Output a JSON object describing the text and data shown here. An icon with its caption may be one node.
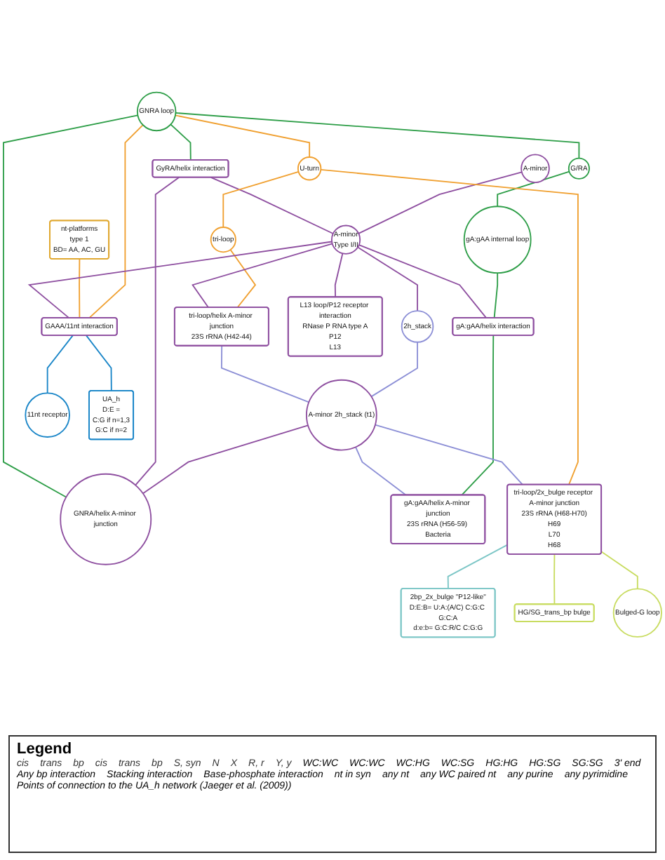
{
  "diagram": {
    "nodes": [
      {
        "text": [
          "A-minor"
        ]
      },
      {
        "text": [
          "A-minor",
          "Type I/II"
        ]
      },
      {
        "text": [
          "2h_stack"
        ]
      },
      {
        "text": [
          "A-minor 2h_stack (t1)"
        ]
      },
      {
        "text": [
          "GNRA loop"
        ]
      },
      {
        "text": [
          "GyRA/helix interaction"
        ]
      },
      {
        "text": [
          "GNRA/helix A-minor junction"
        ]
      },
      {
        "text": [
          "G/RA"
        ]
      },
      {
        "text": [
          "nt-platforms",
          "type 1",
          "BD= AA, AC, GU"
        ]
      },
      {
        "text": [
          "GAAA/11nt interaction"
        ]
      },
      {
        "text": [
          "11nt receptor"
        ]
      },
      {
        "text": [
          "UA_h",
          "D:E =",
          "C:G if n=1,3",
          "G:C if n=2"
        ]
      },
      {
        "text": [
          "gA:gAA internal loop"
        ]
      },
      {
        "text": [
          "gA:gAA/helix A-minor junction",
          "23S rRNA (H56-59) Bacteria"
        ]
      },
      {
        "text": [
          "U-turn"
        ]
      },
      {
        "text": [
          "gA:gAA/helix interaction"
        ]
      },
      {
        "text": [
          "tri-loop"
        ]
      },
      {
        "text": [
          "tri-loop/helix A-minor junction",
          "23S rRNA (H42-44)"
        ]
      },
      {
        "text": [
          "L13 loop/P12 receptor interaction",
          "RNase P RNA type A",
          "P12",
          "L13"
        ]
      },
      {
        "text": [
          "tri-loop/2x_bulge receptor A-minor junction",
          "23S rRNA (H68-H70)",
          "H69",
          "L70",
          "H68"
        ]
      },
      {
        "text": [
          "2bp_2x_bulge \"P12-like\"",
          "D:E:B= U:A:(A/C) C:G:C G:C:A",
          "d:e:b= G:C:R/C C:G:G"
        ]
      },
      {
        "text": [
          "HG/SG_trans_bp bulge"
        ]
      },
      {
        "text": [
          "Bulged-G loop"
        ]
      }
    ],
    "edges": [
      {
        "from": 0,
        "to": 1,
        "arrow": "none"
      },
      {
        "from": 1,
        "to": 2,
        "arrow": "none"
      },
      {
        "from": 2,
        "to": 3,
        "arrow": "none",
        "color": "#8c8fd6"
      },
      {
        "from": 5,
        "to": 1,
        "arrow": "none"
      },
      {
        "from": 3,
        "to": 6,
        "arrow": "none"
      },
      {
        "from": 5,
        "to": 6,
        "arrow": "none"
      },
      {
        "from": 4,
        "to": 5,
        "arrow": "none",
        "color": "#2e9e48"
      },
      {
        "from": 4,
        "to": 6,
        "arrow": "none",
        "color": "#2e9e48"
      },
      {
        "from": 4,
        "to": 9,
        "arrow": "none",
        "color": "#f0a030"
      },
      {
        "from": 4,
        "to": 7,
        "arrow": "none",
        "color": "#2e9e48"
      },
      {
        "from": 7,
        "to": 12,
        "arrow": "none",
        "color": "#2e9e48"
      },
      {
        "from": 12,
        "to": 15,
        "arrow": "none",
        "color": "#2e9e48"
      },
      {
        "from": 15,
        "to": 13,
        "arrow": "none",
        "color": "#2e9e48"
      },
      {
        "from": 4,
        "to": 14,
        "arrow": "none",
        "color": "#f0a030"
      },
      {
        "from": 14,
        "to": 16,
        "arrow": "none",
        "color": "#f0a030"
      },
      {
        "from": 16,
        "to": 17,
        "arrow": "none",
        "color": "#f0a030"
      },
      {
        "from": 14,
        "to": 19,
        "arrow": "none",
        "color": "#f0a030"
      },
      {
        "from": 8,
        "to": 9,
        "arrow": "none",
        "color": "#f0a030"
      },
      {
        "from": 9,
        "to": 11,
        "arrow": "none",
        "color": "#1a86c8"
      },
      {
        "from": 9,
        "to": 10,
        "arrow": "none",
        "color": "#1a86c8"
      },
      {
        "from": 3,
        "to": 13,
        "arrow": "none",
        "color": "#8c8fd6"
      },
      {
        "from": 17,
        "to": 3,
        "arrow": "none",
        "color": "#8c8fd6"
      },
      {
        "from": 3,
        "to": 19,
        "arrow": "none",
        "color": "#8c8fd6"
      },
      {
        "from": 1,
        "to": 15,
        "arrow": "none"
      },
      {
        "from": 1,
        "to": 18,
        "arrow": "none"
      },
      {
        "from": 1,
        "to": 9,
        "arrow": "none"
      },
      {
        "from": 1,
        "to": 17,
        "arrow": "none"
      },
      {
        "from": 19,
        "to": 20,
        "arrow": "none",
        "color": "#7cc6c6"
      },
      {
        "from": 19,
        "to": 21,
        "arrow": "none",
        "color": "#c8dc60"
      },
      {
        "from": 19,
        "to": 22,
        "arrow": "none",
        "color": "#c8dc60"
      }
    ],
    "labels": [
      "Legend",
      "cis",
      "trans",
      "bp",
      "cis",
      "trans",
      "bp",
      "S, syn",
      "N",
      "X",
      "R, r",
      "Y, y"
    ],
    "legend": [
      {
        "text": "WC:WC"
      },
      {
        "text": "WC:WC"
      },
      {
        "text": "WC:HG"
      },
      {
        "text": "WC:SG"
      },
      {
        "text": "HG:HG"
      },
      {
        "text": "HG:SG"
      },
      {
        "text": "SG:SG"
      },
      {
        "text": "3' end"
      },
      {
        "text": "Any bp interaction"
      },
      {
        "text": "Stacking interaction"
      },
      {
        "text": "Base-phosphate interaction"
      },
      {
        "text": "nt in syn"
      },
      {
        "text": "any nt"
      },
      {
        "text": "any WC paired nt"
      },
      {
        "text": "any purine"
      },
      {
        "text": "any pyrimidine"
      },
      {
        "text": "Points of connection to the UA_h network (Jaeger et al. (2009))"
      }
    ]
  }
}
